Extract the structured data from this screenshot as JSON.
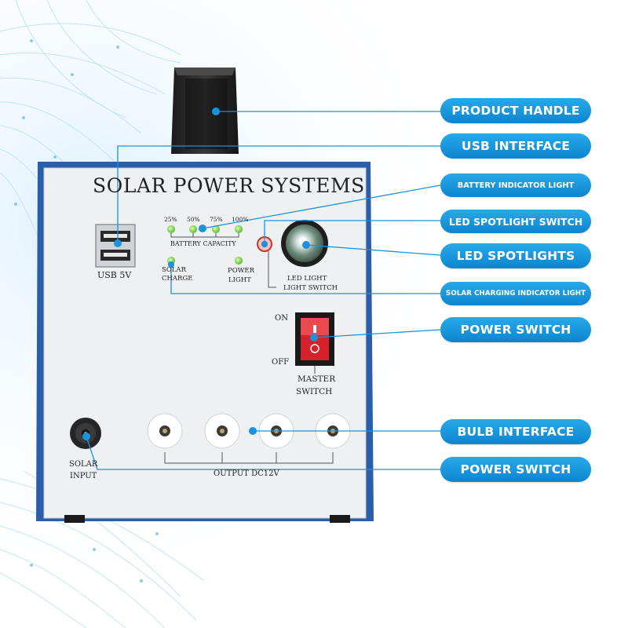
{
  "panel": {
    "title": "SOLAR POWER SYSTEMS",
    "usb_label": "USB 5V",
    "battery": {
      "levels": [
        "25%",
        "50%",
        "75%",
        "100%"
      ],
      "label": "BATTERY CAPACITY"
    },
    "solar_charge": [
      "SOLAR",
      "CHARGE"
    ],
    "power_light": [
      "POWER",
      "LIGHT"
    ],
    "led_light_switch": [
      "LED LIGHT",
      "LIGHT SWITCH"
    ],
    "master": {
      "on": "ON",
      "off": "OFF",
      "label": [
        "MASTER",
        "SWITCH"
      ]
    },
    "solar_input": [
      "SOLAR",
      "INPUT"
    ],
    "output_label": "OUTPUT DC12V"
  },
  "callouts": [
    "PRODUCT HANDLE",
    "USB INTERFACE",
    "BATTERY INDICATOR LIGHT",
    "LED SPOTLIGHT SWITCH",
    "LED SPOTLIGHTS",
    "SOLAR CHARGING INDICATOR LIGHT",
    "POWER SWITCH",
    "BULB INTERFACE",
    "POWER SWITCH"
  ],
  "colors": {
    "accent": "#1a93dc",
    "body_blue": "#2a5ea8",
    "switch_red": "#d6202a",
    "indicator_green": "#7ed04a"
  }
}
